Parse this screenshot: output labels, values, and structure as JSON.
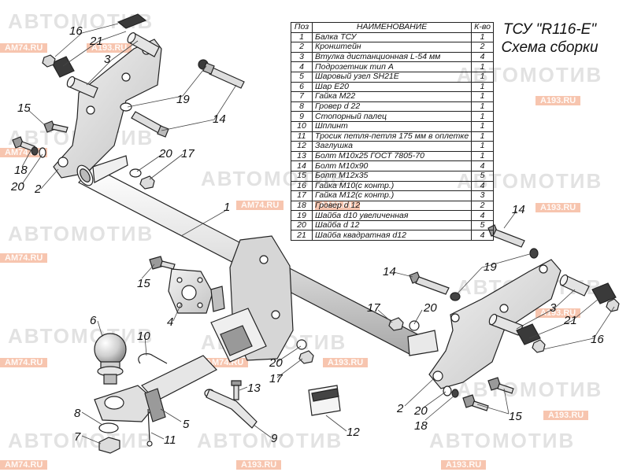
{
  "title": {
    "line1": "ТСУ \"R116-E\"",
    "line2": "Схема сборки"
  },
  "table": {
    "headers": {
      "pos": "Поз",
      "name": "НАИМЕНОВАНИЕ",
      "qty": "К-во"
    },
    "rows": [
      {
        "pos": "1",
        "name": "Балка ТСУ",
        "qty": "1"
      },
      {
        "pos": "2",
        "name": "Кронштейн",
        "qty": "2"
      },
      {
        "pos": "3",
        "name": "Втулка дистанционная L-54 мм",
        "qty": "4"
      },
      {
        "pos": "4",
        "name": "Подрозетник тип А",
        "qty": "1"
      },
      {
        "pos": "5",
        "name": "Шаровый узел SH21E",
        "qty": "1"
      },
      {
        "pos": "6",
        "name": "Шар E20",
        "qty": "1"
      },
      {
        "pos": "7",
        "name": "Гайка М22",
        "qty": "1"
      },
      {
        "pos": "8",
        "name": "Гровер d 22",
        "qty": "1"
      },
      {
        "pos": "9",
        "name": "Стопорный палец",
        "qty": "1"
      },
      {
        "pos": "10",
        "name": "Шплинт",
        "qty": "1"
      },
      {
        "pos": "11",
        "name": "Тросик петля-петля 175 мм в оплетке",
        "qty": "1"
      },
      {
        "pos": "12",
        "name": "Заглушка",
        "qty": "1"
      },
      {
        "pos": "13",
        "name": "Болт М10х25 ГОСТ 7805-70",
        "qty": "1"
      },
      {
        "pos": "14",
        "name": "Болт  М10х90",
        "qty": "4"
      },
      {
        "pos": "15",
        "name": "Болт М12х35",
        "qty": "5"
      },
      {
        "pos": "16",
        "name": "Гайка М10(с контр.)",
        "qty": "4"
      },
      {
        "pos": "17",
        "name": "Гайка М12(с контр.)",
        "qty": "3"
      },
      {
        "pos": "18",
        "name": "Гровер d 12",
        "qty": "2"
      },
      {
        "pos": "19",
        "name": "Шайба d10 увеличенная",
        "qty": "4"
      },
      {
        "pos": "20",
        "name": "Шайба d 12",
        "qty": "5"
      },
      {
        "pos": "21",
        "name": "Шайба квадратная d12",
        "qty": "4"
      }
    ]
  },
  "callouts": [
    "16",
    "21",
    "3",
    "19",
    "14",
    "15",
    "18",
    "20",
    "2",
    "20",
    "17",
    "1",
    "14",
    "19",
    "14",
    "15",
    "4",
    "17",
    "20",
    "6",
    "10",
    "20",
    "17",
    "3",
    "21",
    "16",
    "13",
    "5",
    "8",
    "7",
    "11",
    "9",
    "12",
    "2",
    "20",
    "18",
    "15"
  ],
  "watermarks": {
    "brand": "АВТОМОТИВ",
    "site1": "AM74.RU",
    "site2": "A193.RU"
  },
  "colors": {
    "line": "#222222",
    "metal_light": "#e8e8e8",
    "metal_mid": "#c9c9c9",
    "metal_dark": "#8a8a8a",
    "watermark_band": "#f0966e"
  }
}
